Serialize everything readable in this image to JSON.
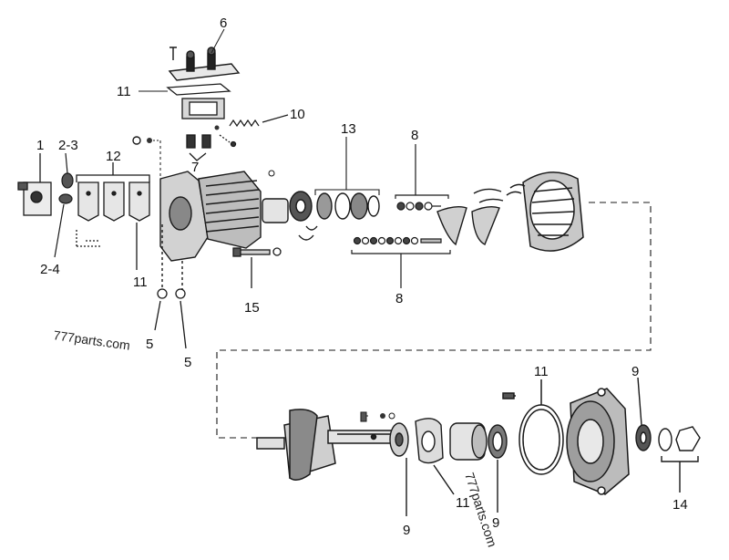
{
  "callouts": [
    "6",
    "11",
    "10",
    "13",
    "8",
    "1",
    "2-3",
    "12",
    "7",
    "2-4",
    "11",
    "8",
    "15",
    "5",
    "5",
    "11",
    "9",
    "9",
    "11",
    "9",
    "14"
  ],
  "watermark": "777parts.com",
  "colors": {
    "ink": "#1a1a1a",
    "paper": "#ffffff"
  }
}
